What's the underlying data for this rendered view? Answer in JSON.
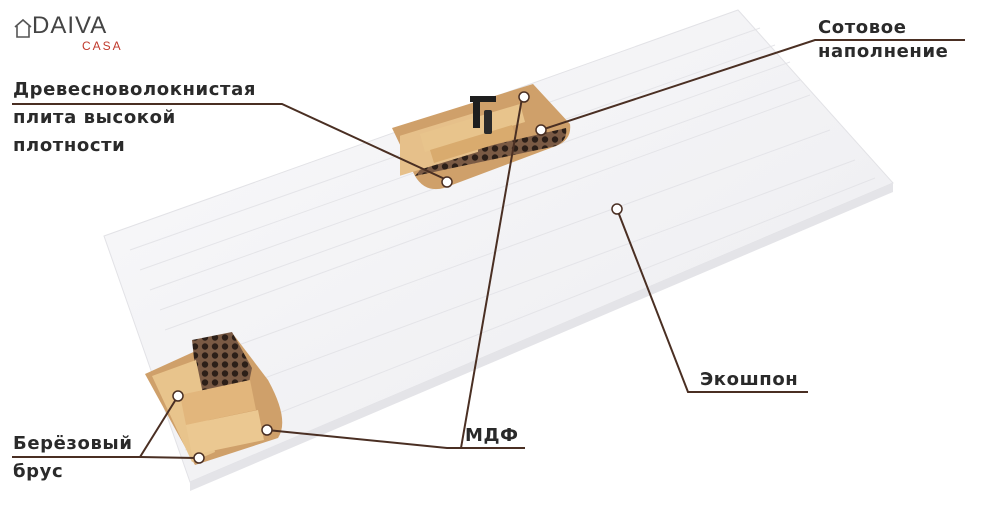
{
  "logo": {
    "main": "DAIVA",
    "sub": "CASA",
    "icon": "house-icon"
  },
  "labels": {
    "honeycomb": [
      "Сотовое",
      "наполнение"
    ],
    "hdf": [
      "Древесноволокнистая",
      "плита высокой",
      "плотности"
    ],
    "ecoveneer": "Экошпон",
    "mdf": "МДФ",
    "birch": [
      "Берёзовый",
      "брус"
    ]
  },
  "colors": {
    "leader_line": "#4a2f23",
    "panel": "#f4f4f6",
    "wood": "#e0b878",
    "mdf": "#cfa06a",
    "honeycomb": "#6b5040",
    "brand_red": "#c0392b"
  }
}
